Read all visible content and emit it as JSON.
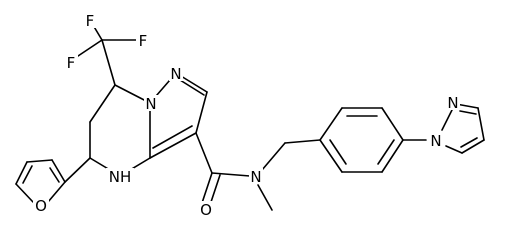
{
  "atom_labels": {
    "f1": "F",
    "f2": "F",
    "f3": "F",
    "n1": "N",
    "n2": "N",
    "nh": "NH",
    "n_amide": "N",
    "o_carbonyl": "O",
    "o_furan": "O",
    "n_pz1": "N",
    "n_pz2": "N"
  },
  "colors": {
    "bond": "#000000",
    "background": "#ffffff"
  }
}
